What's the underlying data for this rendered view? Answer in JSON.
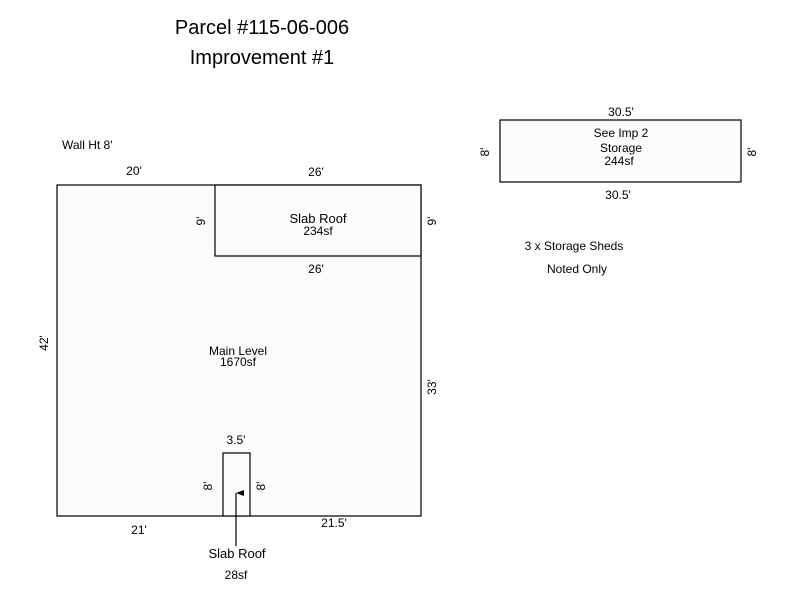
{
  "header": {
    "parcel": "Parcel #115-06-006",
    "improvement": "Improvement #1"
  },
  "notes": {
    "wall_height": "Wall Ht 8'",
    "sheds_line1": "3 x Storage Sheds",
    "sheds_line2": "Noted Only"
  },
  "main_level": {
    "name": "Main Level",
    "area": "1670sf",
    "dims": {
      "top_left": "20'",
      "left": "42'",
      "right": "33'",
      "bottom_left": "21'",
      "bottom_right": "21.5'"
    }
  },
  "slab_roof_top": {
    "name": "Slab Roof",
    "area": "234sf",
    "dims": {
      "top": "26'",
      "bottom": "26'",
      "left": "9'",
      "right": "9'"
    }
  },
  "slab_roof_bottom": {
    "name": "Slab Roof",
    "area": "28sf",
    "dims": {
      "top": "3.5'",
      "left": "8'",
      "right": "8'"
    }
  },
  "storage": {
    "line1": "See Imp 2",
    "line2": "Storage",
    "area": "244sf",
    "dims": {
      "top": "30.5'",
      "bottom": "30.5'",
      "left": "8'",
      "right": "8'"
    }
  }
}
